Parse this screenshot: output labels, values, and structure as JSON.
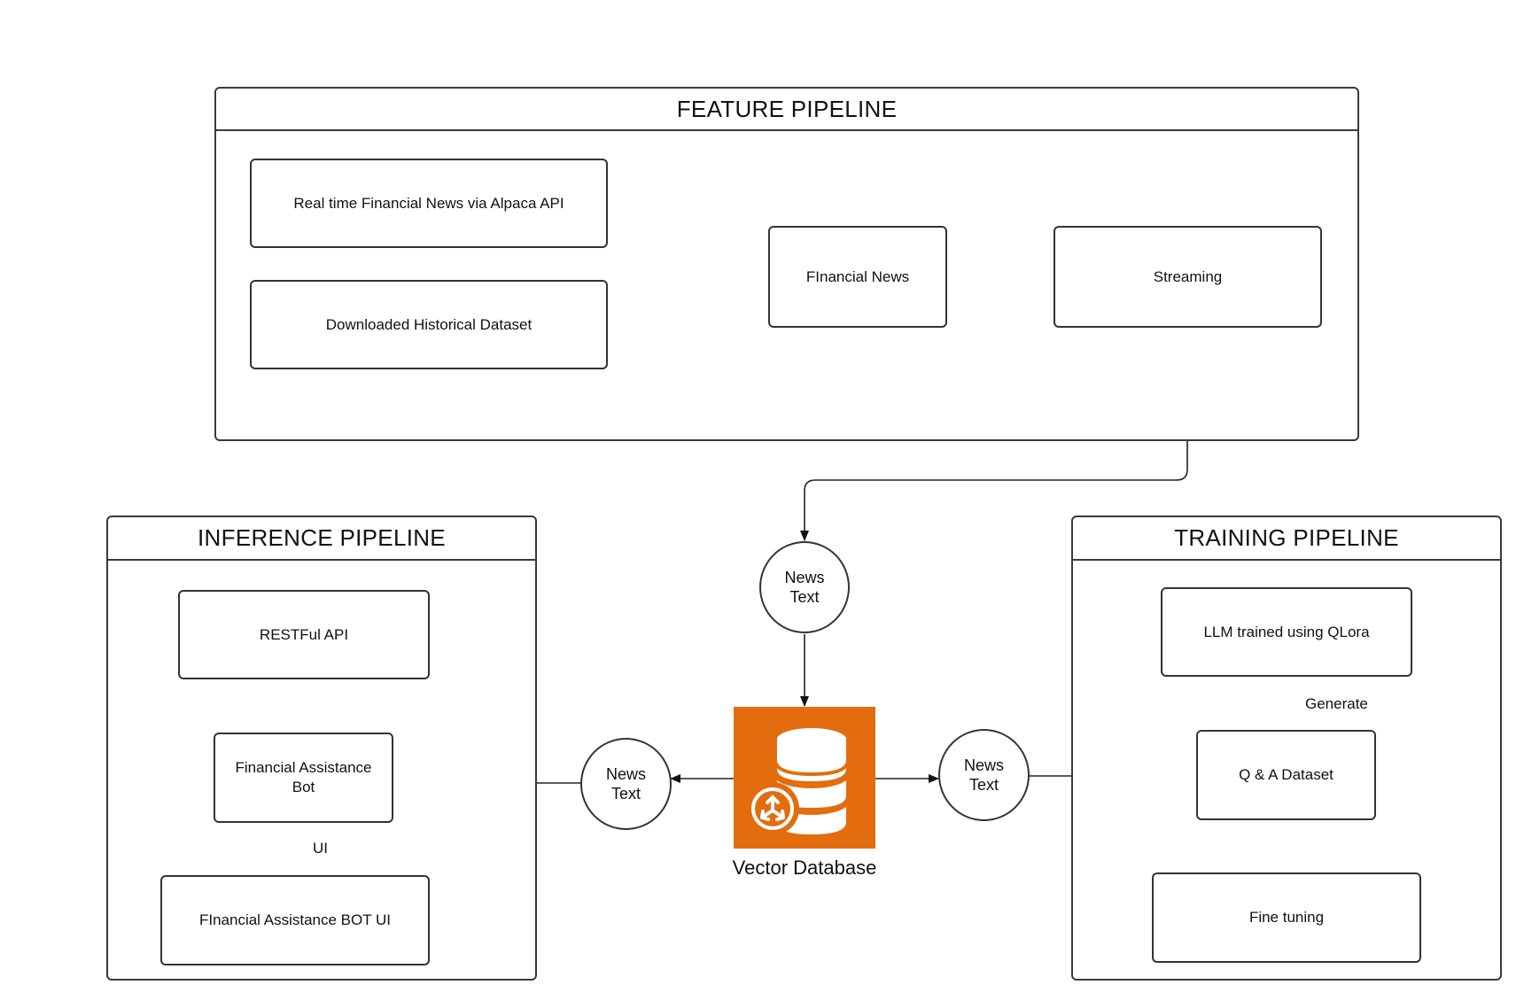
{
  "feature_pipeline": {
    "title": "FEATURE PIPELINE",
    "realtime_news": "Real time Financial News via Alpaca API",
    "historical_dataset": "Downloaded Historical Dataset",
    "financial_news": "FInancial News",
    "streaming": "Streaming"
  },
  "inference_pipeline": {
    "title": "INFERENCE PIPELINE",
    "restful_api": "RESTFul API",
    "assistance_bot": "Financial Assistance\nBot",
    "ui_label": "UI",
    "bot_ui": "FInancial Assistance BOT UI"
  },
  "training_pipeline": {
    "title": "TRAINING PIPELINE",
    "llm": "LLM trained using QLora",
    "generate_label": "Generate",
    "qa_dataset": "Q & A Dataset",
    "fine_tuning": "Fine tuning"
  },
  "center": {
    "news_text_top": "News\nText",
    "news_text_left": "News\nText",
    "news_text_right": "News\nText",
    "vector_db_caption": "Vector Database",
    "db_icon": "database-icon",
    "accent_color": "#e36d0e"
  }
}
